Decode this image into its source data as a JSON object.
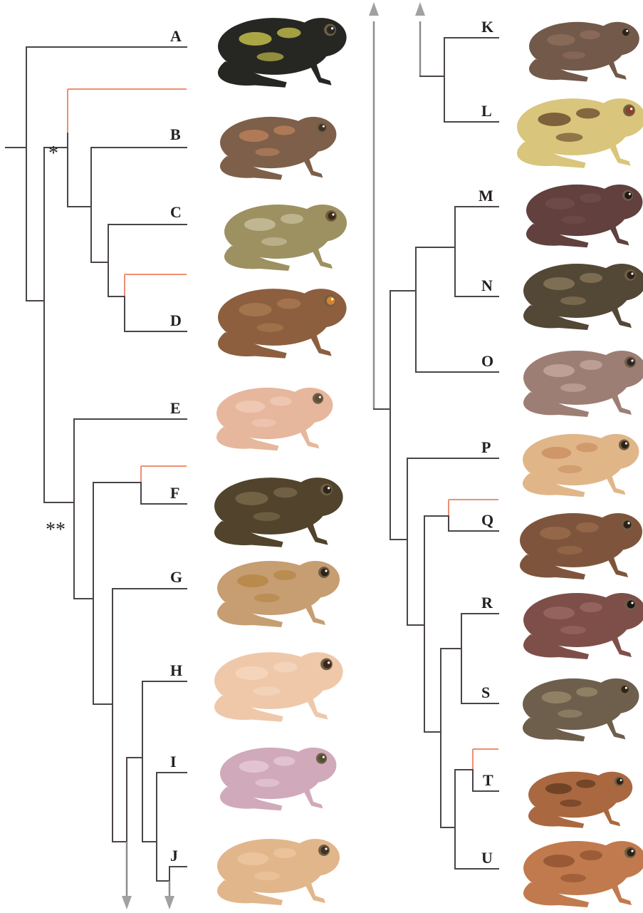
{
  "tips": [
    "A",
    "B",
    "C",
    "D",
    "E",
    "F",
    "G",
    "H",
    "I",
    "J",
    "K",
    "L",
    "M",
    "N",
    "O",
    "P",
    "Q",
    "R",
    "S",
    "T",
    "U"
  ],
  "node_markers": {
    "single": "*",
    "double": "**"
  },
  "photos": [
    {
      "tip": "A",
      "icon": "frog-photo",
      "body": "#1f1f1c",
      "pattern": "#d8d24a",
      "eye": "#222"
    },
    {
      "tip": "B",
      "icon": "frog-photo",
      "body": "#7a5a44",
      "pattern": "#c08058",
      "eye": "#3a2a20"
    },
    {
      "tip": "C",
      "icon": "frog-photo",
      "body": "#9a8e5c",
      "pattern": "#c9c2a0",
      "eye": "#3a2410"
    },
    {
      "tip": "D",
      "icon": "frog-photo",
      "body": "#8a5a38",
      "pattern": "#a8784f",
      "eye": "#d98020"
    },
    {
      "tip": "E",
      "icon": "frog-photo",
      "body": "#e6b59a",
      "pattern": "#f0cdb8",
      "eye": "#5a4a30"
    },
    {
      "tip": "F",
      "icon": "frog-photo",
      "body": "#4c3d26",
      "pattern": "#7a6a48",
      "eye": "#2a2010"
    },
    {
      "tip": "G",
      "icon": "frog-photo",
      "body": "#c69a6e",
      "pattern": "#b0823c",
      "eye": "#2a1a10"
    },
    {
      "tip": "H",
      "icon": "frog-photo",
      "body": "#efc7a8",
      "pattern": "#f5d8c0",
      "eye": "#3a2010"
    },
    {
      "tip": "I",
      "icon": "frog-photo",
      "body": "#cfa8b8",
      "pattern": "#e8ccd8",
      "eye": "#4a4a2a"
    },
    {
      "tip": "J",
      "icon": "frog-photo",
      "body": "#e2b488",
      "pattern": "#eec8a0",
      "eye": "#3a2a20"
    },
    {
      "tip": "K",
      "icon": "frog-photo",
      "body": "#6e5444",
      "pattern": "#8e6c58",
      "eye": "#2a1a10"
    },
    {
      "tip": "L",
      "icon": "frog-photo",
      "body": "#d8c478",
      "pattern": "#5a3a20",
      "eye": "#8a3a20"
    },
    {
      "tip": "M",
      "icon": "frog-photo",
      "body": "#5c3a38",
      "pattern": "#6e4a46",
      "eye": "#1a1010"
    },
    {
      "tip": "N",
      "icon": "frog-photo",
      "body": "#4e4230",
      "pattern": "#8a7a5a",
      "eye": "#2a1a10"
    },
    {
      "tip": "O",
      "icon": "frog-photo",
      "body": "#9a7a70",
      "pattern": "#c8aaa0",
      "eye": "#2a2020"
    },
    {
      "tip": "P",
      "icon": "frog-photo",
      "body": "#e0b486",
      "pattern": "#c88a5a",
      "eye": "#2a1a10"
    },
    {
      "tip": "Q",
      "icon": "frog-photo",
      "body": "#7a5036",
      "pattern": "#9a6a48",
      "eye": "#2a1a10"
    },
    {
      "tip": "R",
      "icon": "frog-photo",
      "body": "#7a4a44",
      "pattern": "#9a6660",
      "eye": "#101010"
    },
    {
      "tip": "S",
      "icon": "frog-photo",
      "body": "#6a5a48",
      "pattern": "#9a8a6a",
      "eye": "#2a2010"
    },
    {
      "tip": "T",
      "icon": "frog-photo",
      "body": "#a8643a",
      "pattern": "#5a3018",
      "eye": "#2a1a10"
    },
    {
      "tip": "U",
      "icon": "frog-photo",
      "body": "#c07648",
      "pattern": "#8a4a28",
      "eye": "#2a1a10"
    }
  ],
  "colors": {
    "branch": "#4a4549",
    "highlight_branch": "#ee8f73",
    "arrow": "#a3a0a3"
  }
}
